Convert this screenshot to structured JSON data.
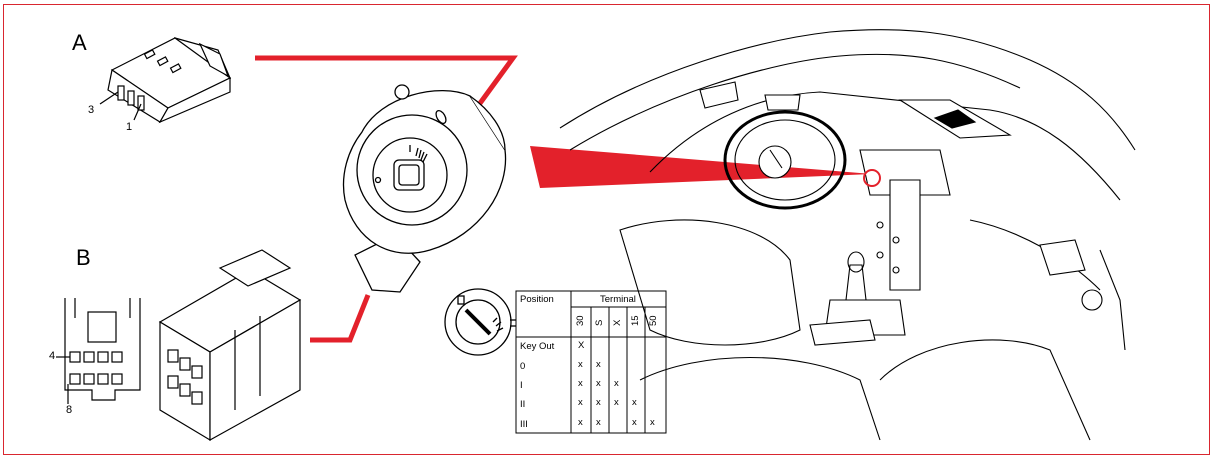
{
  "labels": {
    "connector_a": "A",
    "connector_b": "B",
    "pin_3": "3",
    "pin_1": "1",
    "pin_4": "4",
    "pin_8": "8"
  },
  "table": {
    "position_header": "Position",
    "terminal_header": "Terminal",
    "terminals": [
      "30",
      "S",
      "X",
      "15",
      "50"
    ],
    "rows": [
      {
        "position": "Key Out",
        "marks": [
          "X",
          "",
          "",
          "",
          ""
        ]
      },
      {
        "position": "0",
        "marks": [
          "x",
          "x",
          "",
          "",
          ""
        ]
      },
      {
        "position": "I",
        "marks": [
          "x",
          "x",
          "x",
          "",
          ""
        ]
      },
      {
        "position": "II",
        "marks": [
          "x",
          "x",
          "x",
          "x",
          ""
        ]
      },
      {
        "position": "III",
        "marks": [
          "x",
          "x",
          "",
          "x",
          "x"
        ]
      }
    ]
  },
  "colors": {
    "accent": "#e3212b",
    "border": "#d9262f",
    "line": "#000000"
  }
}
